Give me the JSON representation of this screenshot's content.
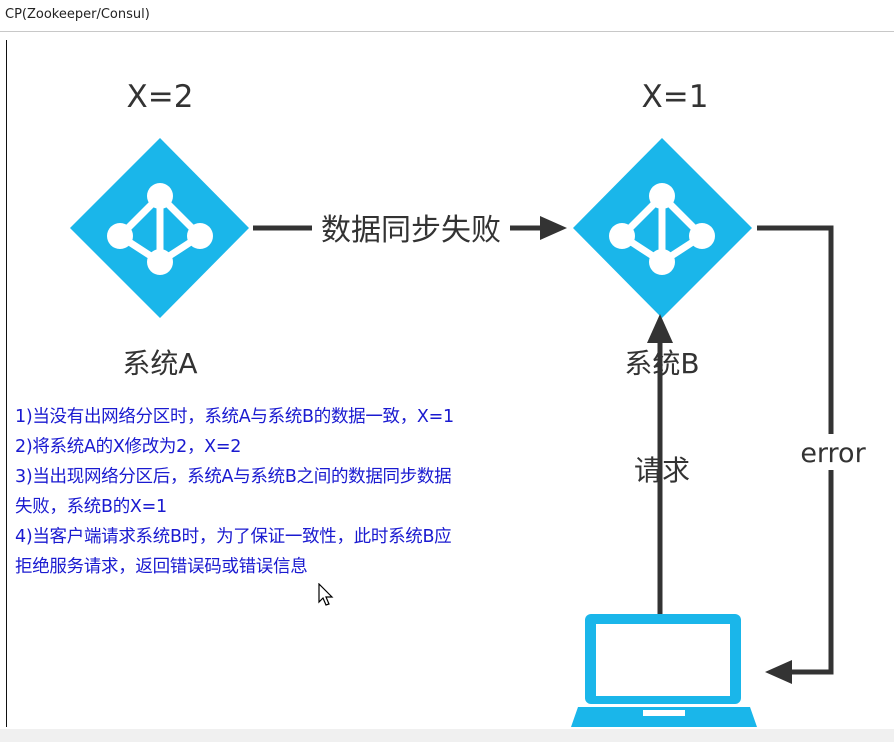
{
  "header": {
    "title": "CP(Zookeeper/Consul)"
  },
  "diagram": {
    "node_a": {
      "value_label": "X=2",
      "name": "系统A"
    },
    "node_b": {
      "value_label": "X=1",
      "name": "系统B"
    },
    "sync_edge_label": "数据同步失败",
    "request_edge_label": "请求",
    "error_edge_label": "error",
    "colors": {
      "node": "#1ab6ea",
      "arrow": "#333333",
      "notes": "#1a1ad0",
      "text": "#333333"
    },
    "icons": [
      "node-a-diamond-icon",
      "node-b-diamond-icon",
      "laptop-icon",
      "mouse-cursor-icon"
    ]
  },
  "notes": [
    "1)当没有出网络分区时，系统A与系统B的数据一致，X=1",
    "2)将系统A的X修改为2，X=2",
    "3)当出现网络分区后，系统A与系统B之间的数据同步数据",
    "失败，系统B的X=1",
    "4)当客户端请求系统B时，为了保证一致性，此时系统B应",
    "拒绝服务请求，返回错误码或错误信息"
  ]
}
